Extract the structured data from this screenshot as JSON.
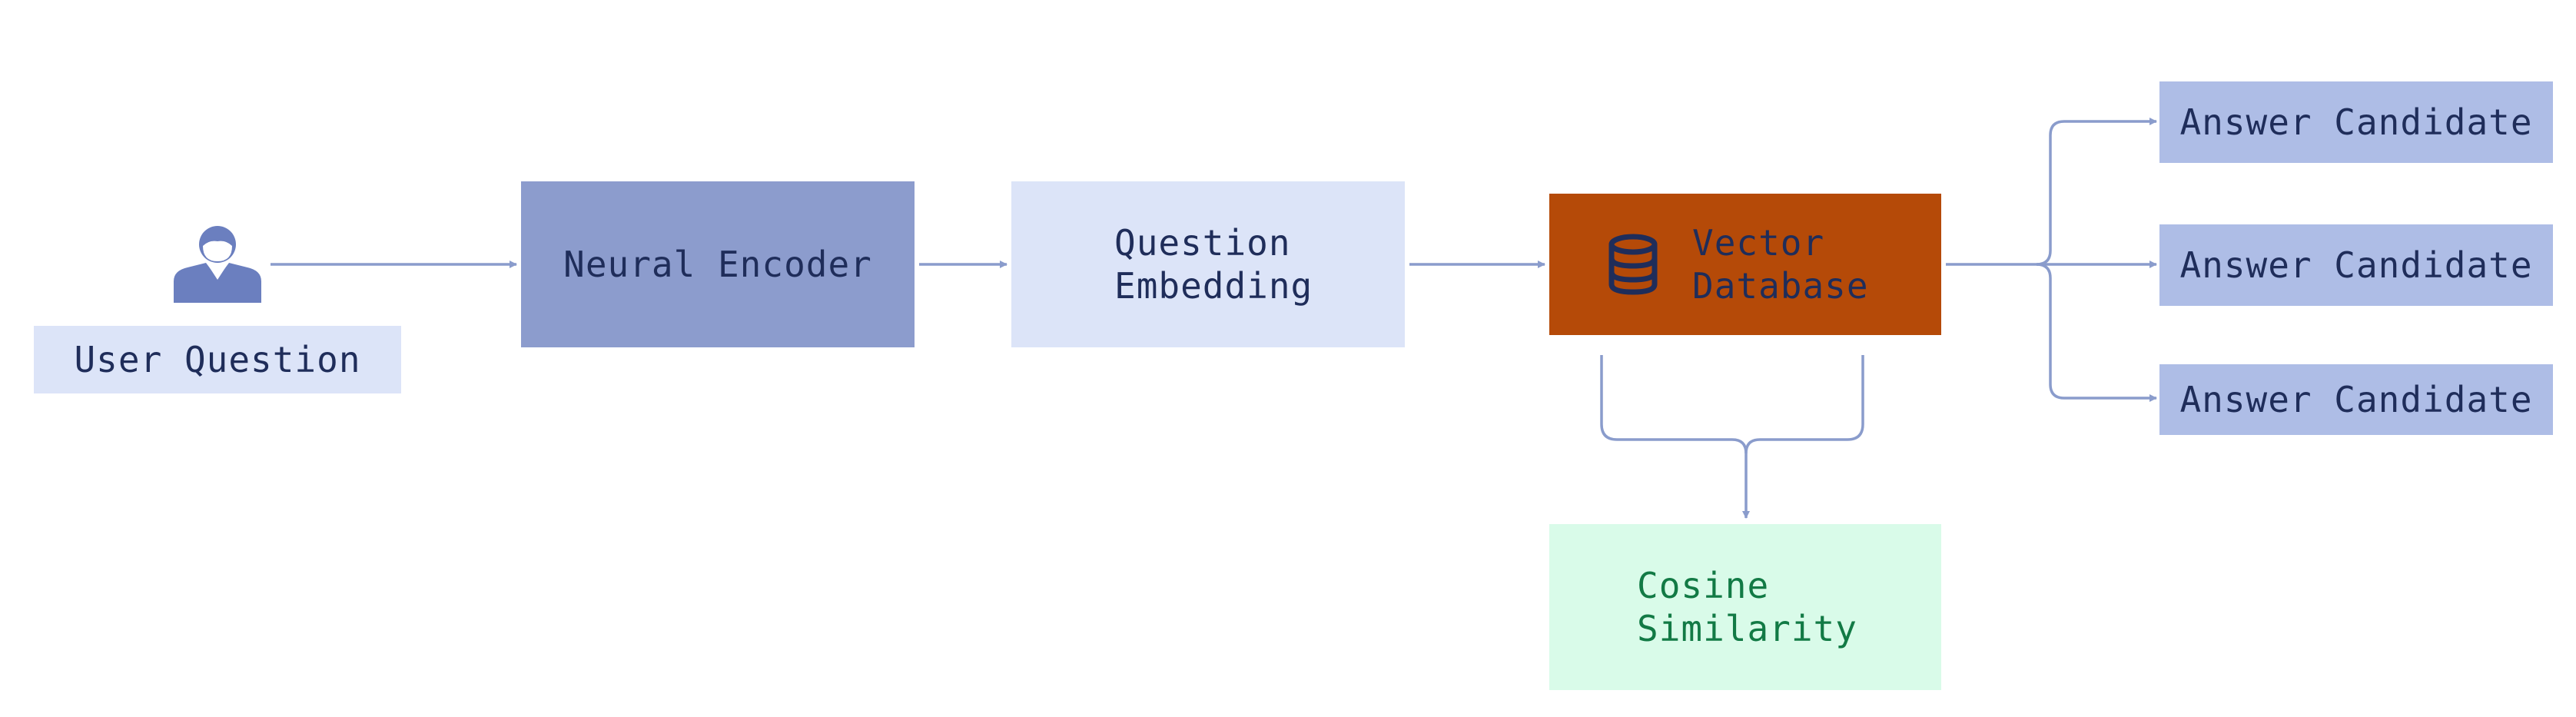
{
  "colors": {
    "wire": "#8a9ccc",
    "user_icon": "#6b7fbf",
    "pale_blue": "#dce4f8",
    "mid_blue": "#8c9ccd",
    "answer_blue": "#aebde6",
    "database_orange": "#b54a08",
    "db_text": "#1f2d5a",
    "green_fill": "#d9fbe9",
    "green_text": "#127a45"
  },
  "icons": {
    "user": "person-icon",
    "database": "database-icon"
  },
  "nodes": {
    "user_question": "User Question",
    "neural_encoder": "Neural Encoder",
    "question_embedding": [
      "Question",
      "Embedding"
    ],
    "vector_database": [
      "Vector",
      "Database"
    ],
    "cosine_similarity": [
      "Cosine",
      "Similarity"
    ],
    "answers": [
      "Answer Candidate",
      "Answer Candidate",
      "Answer Candidate"
    ]
  }
}
